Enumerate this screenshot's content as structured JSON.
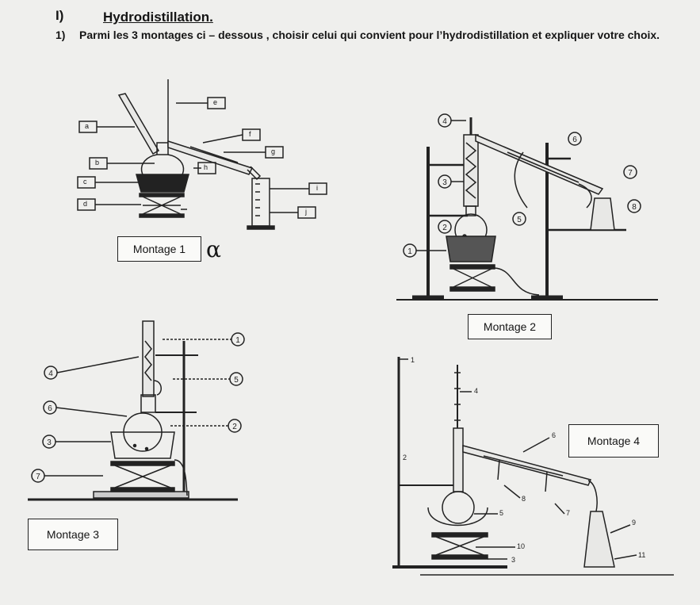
{
  "header": {
    "section_number": "I)",
    "section_title": "Hydrodistillation.",
    "question_number": "1)",
    "question_text": "Parmi les 3 montages ci – dessous , choisir celui qui convient pour l’hydrodistillation et expliquer votre choix."
  },
  "montage1": {
    "label": "Montage 1",
    "mark": "α",
    "callouts": [
      "a",
      "b",
      "c",
      "d",
      "e",
      "f",
      "g",
      "h",
      "i",
      "j"
    ]
  },
  "montage2": {
    "label": "Montage 2",
    "callouts": [
      "1",
      "2",
      "3",
      "4",
      "5",
      "6",
      "7",
      "8"
    ]
  },
  "montage3": {
    "label": "Montage 3",
    "callouts": [
      "1",
      "2",
      "3",
      "4",
      "5",
      "6",
      "7"
    ]
  },
  "montage4": {
    "label": "Montage 4",
    "callouts": [
      "1",
      "2",
      "3",
      "4",
      "5",
      "6",
      "7",
      "8",
      "9",
      "10",
      "11"
    ]
  }
}
